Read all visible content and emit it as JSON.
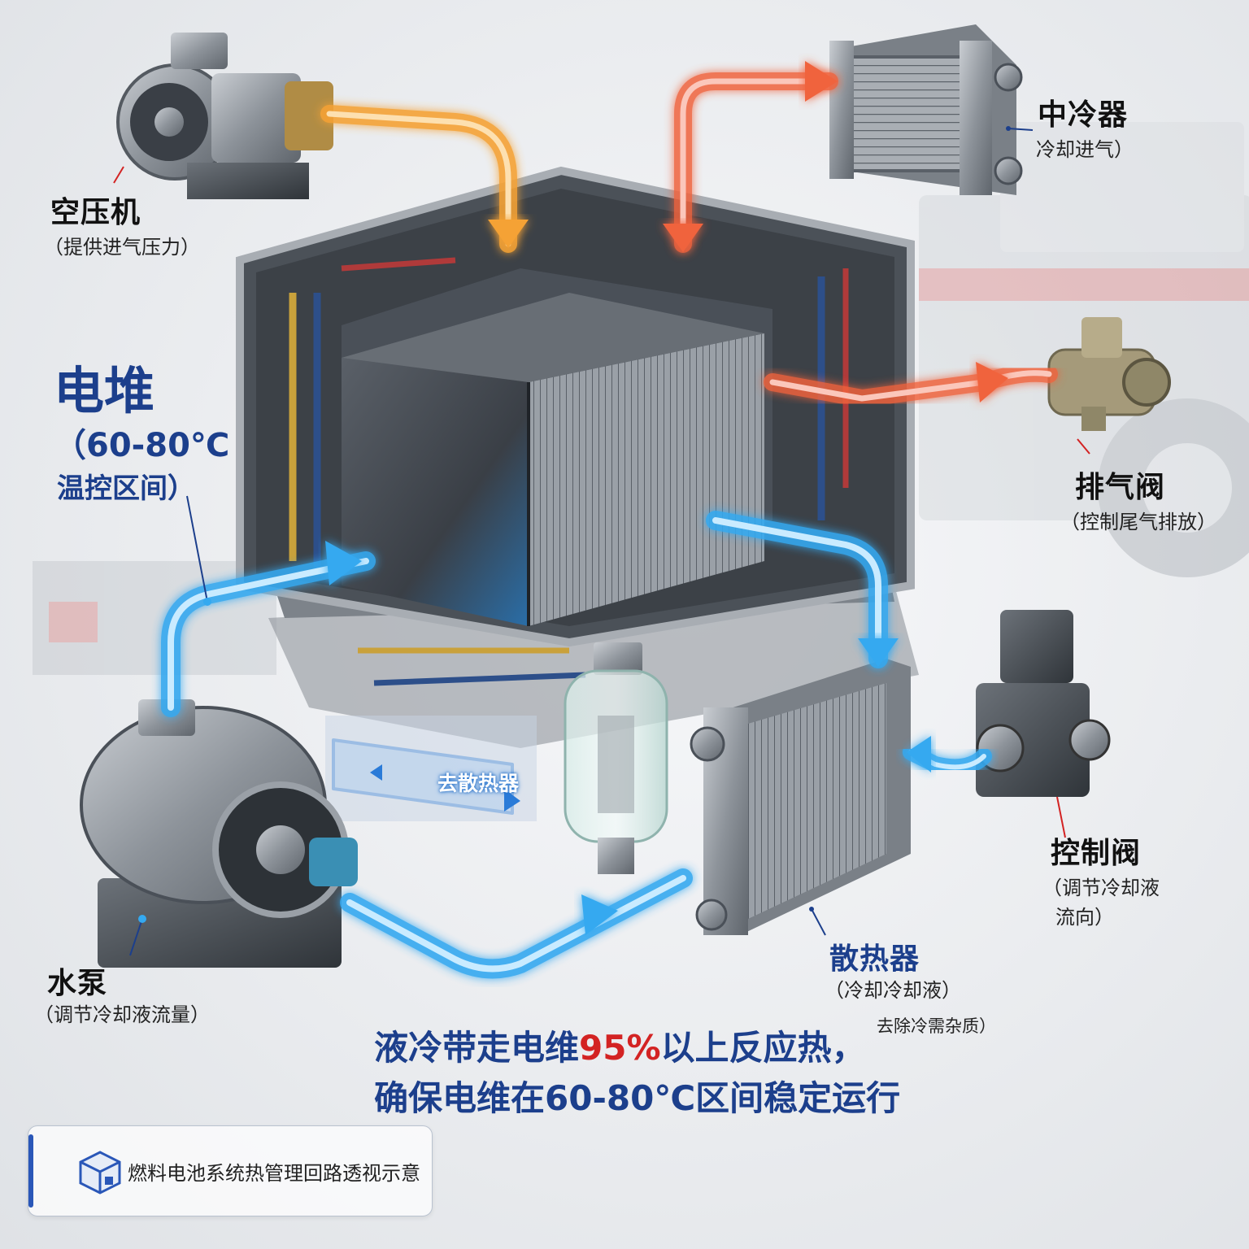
{
  "colors": {
    "hot": "#f0633e",
    "warm": "#f5a234",
    "cool": "#34a9f0",
    "navy": "#1c3f8c",
    "red": "#d32323"
  },
  "components": {
    "compressor": {
      "title": "空压机",
      "subtitle": "（提供进气压力）"
    },
    "intercooler": {
      "title": "中冷器",
      "subtitle": "冷却进气）"
    },
    "stack": {
      "title": "电堆",
      "subtitle1": "（60-80℃",
      "subtitle2": "温控区间）"
    },
    "exhaust_valve": {
      "title": "排气阀",
      "subtitle": "（控制尾气排放）"
    },
    "control_valve": {
      "title": "控制阀",
      "subtitle1": "（调节冷却液",
      "subtitle2": "流向）"
    },
    "water_pump": {
      "title": "水泵",
      "subtitle": "（调节冷却液流量）"
    },
    "radiator": {
      "title": "散热器",
      "subtitle": "（冷却冷却液）",
      "note": "去除冷需杂质）"
    }
  },
  "flow_label": "去散热器",
  "headline": {
    "line1_pre": "液冷带走电维",
    "line1_pct": "95%",
    "line1_post": "以上反应热，",
    "line2": "确保电维在60-80℃区间稳定运行"
  },
  "caption": {
    "text": "燃料电池系统热管理回路透视示意",
    "icon": "cube-icon"
  }
}
